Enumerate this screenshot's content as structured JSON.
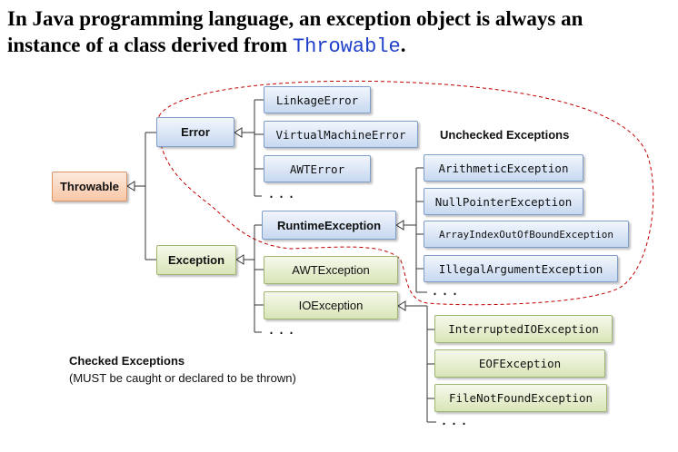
{
  "title": {
    "line1": "In Java programming language, an exception object is always an",
    "line2_prefix": "instance of a class derived from ",
    "line2_code": "Throwable",
    "line2_suffix": "."
  },
  "nodes": {
    "throwable": "Throwable",
    "error": "Error",
    "exception": "Exception",
    "linkage_error": "LinkageError",
    "virtual_machine_error": "VirtualMachineError",
    "awt_error": "AWTError",
    "runtime_exception": "RuntimeException",
    "awt_exception": "AWTException",
    "io_exception": "IOException",
    "arithmetic_exception": "ArithmeticException",
    "null_pointer_exception": "NullPointerException",
    "array_index_out_of_bound_exception": "ArrayIndexOutOfBoundException",
    "illegal_argument_exception": "IllegalArgumentException",
    "interrupted_io_exception": "InterruptedIOException",
    "eof_exception": "EOFException",
    "file_not_found_exception": "FileNotFoundException"
  },
  "ellipsis": "...",
  "labels": {
    "unchecked": "Unchecked Exceptions",
    "checked": "Checked Exceptions",
    "checked_note": "(MUST be caught or declared to be thrown)"
  },
  "colors": {
    "error_family": "#c7d8f0",
    "exception_family": "#d8e5b7",
    "root": "#f8c7a6",
    "unchecked_boundary": "#c00000"
  }
}
